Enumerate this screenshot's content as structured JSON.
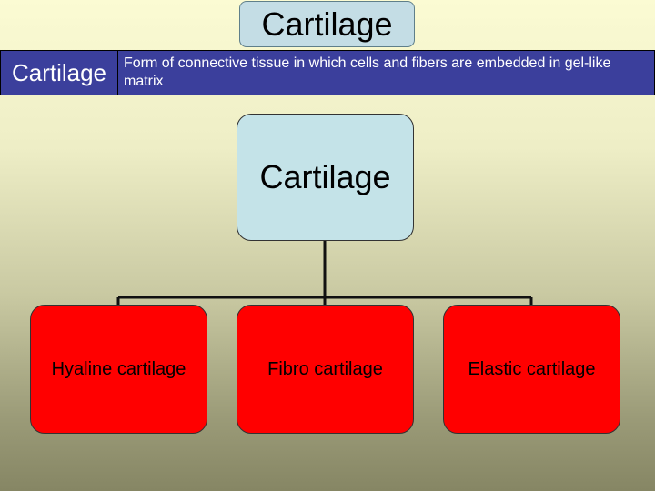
{
  "slide": {
    "title": "Cartilage",
    "definition": {
      "term": "Cartilage",
      "text": "Form of connective tissue in which cells and fibers are embedded in gel-like matrix"
    }
  },
  "hierarchy": {
    "root": "Cartilage",
    "children": [
      "Hyaline cartilage",
      "Fibro cartilage",
      "Elastic cartilage"
    ]
  },
  "colors": {
    "title_box": "#c4dde5",
    "definition_bg": "#3b3f9c",
    "root_node": "#c4e3e8",
    "child_nodes": "#ff0000"
  }
}
